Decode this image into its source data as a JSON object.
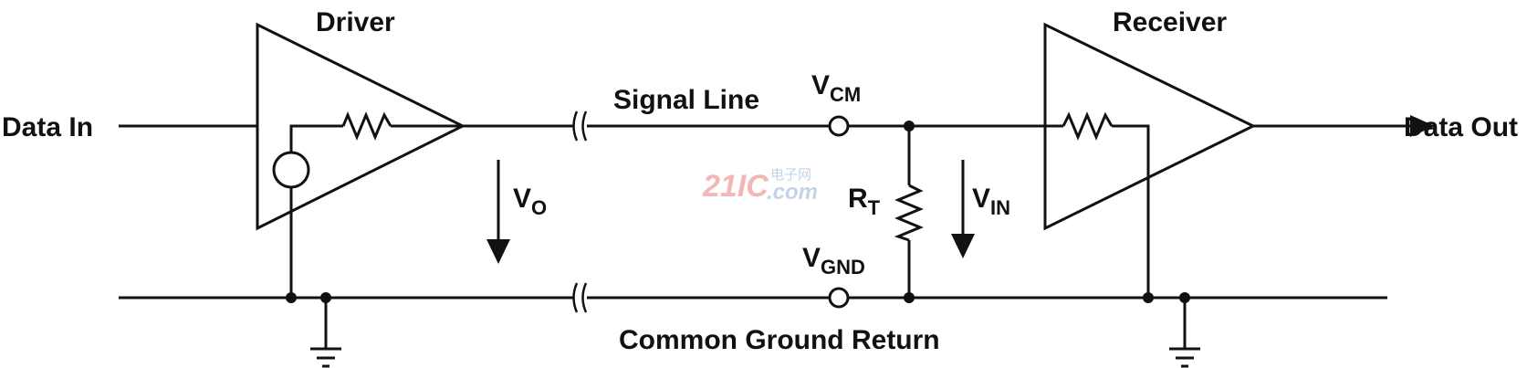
{
  "labels": {
    "driver": "Driver",
    "receiver": "Receiver",
    "data_in": "Data In",
    "data_out": "Data Out",
    "signal_line": "Signal Line",
    "common_ground_return": "Common Ground Return",
    "vo": {
      "main": "V",
      "sub": "O"
    },
    "vin": {
      "main": "V",
      "sub": "IN"
    },
    "vcm": {
      "main": "V",
      "sub": "CM"
    },
    "vgnd": {
      "main": "V",
      "sub": "GND"
    },
    "rt": {
      "main": "R",
      "sub": "T"
    }
  },
  "watermark": {
    "brand": "21IC",
    "domain": ".com",
    "chinese": "电子网"
  }
}
